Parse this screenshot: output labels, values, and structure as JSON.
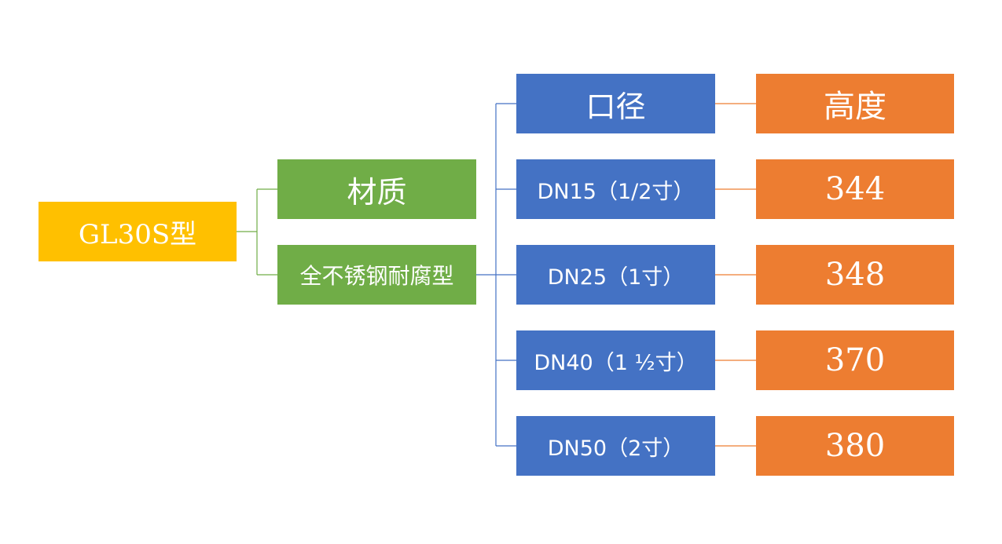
{
  "root": {
    "label": "GL30S型"
  },
  "material": {
    "header": "材质",
    "value": "全不锈钢耐腐型"
  },
  "table": {
    "size_header": "口径",
    "height_header": "高度",
    "rows": [
      {
        "size": "DN15（1/2寸）",
        "height": "344"
      },
      {
        "size": "DN25（1寸）",
        "height": "348"
      },
      {
        "size": "DN40（1 ½寸）",
        "height": "370"
      },
      {
        "size": "DN50（2寸）",
        "height": "380"
      }
    ]
  },
  "colors": {
    "root": "#FFC000",
    "material": "#70AD47",
    "size": "#4472C4",
    "height": "#ED7D31"
  }
}
